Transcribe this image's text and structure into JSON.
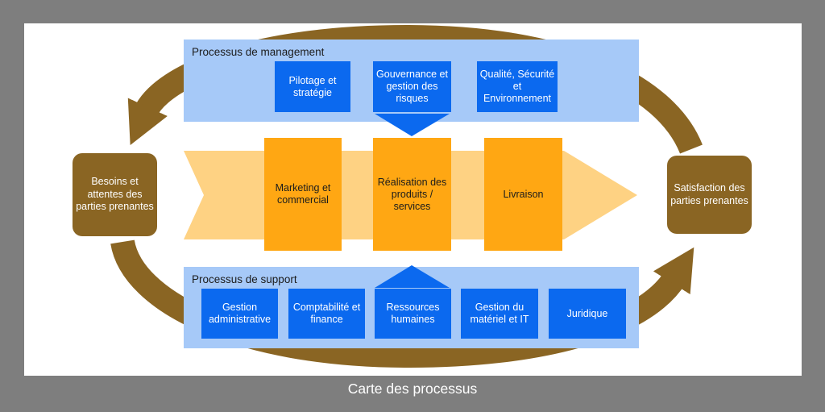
{
  "title": "Carte des processus",
  "management": {
    "label": "Processus de management",
    "boxes": [
      "Pilotage et stratégie",
      "Gouvernance et gestion des risques",
      "Qualité, Sécurité et Environnement"
    ]
  },
  "value_chain": {
    "input": "Besoins et attentes des parties prenantes",
    "steps": [
      "Marketing et commercial",
      "Réalisation des produits / services",
      "Livraison"
    ],
    "output": "Satisfaction des parties prenantes"
  },
  "support": {
    "label": "Processus de support",
    "boxes": [
      "Gestion administrative",
      "Comptabilité et finance",
      "Ressources humaines",
      "Gestion du matériel et IT",
      "Juridique"
    ]
  },
  "colors": {
    "frame-gray": "#7E7E7E",
    "canvas-white": "#FFFFFF",
    "panel-blue": "#A6C9F8",
    "box-blue": "#0B69EF",
    "step-orange": "#FFA713",
    "band-orange": "#FED283",
    "brown": "#8A6523",
    "text-dark": "#1C1C1C",
    "text-light": "#FFFFFF"
  }
}
